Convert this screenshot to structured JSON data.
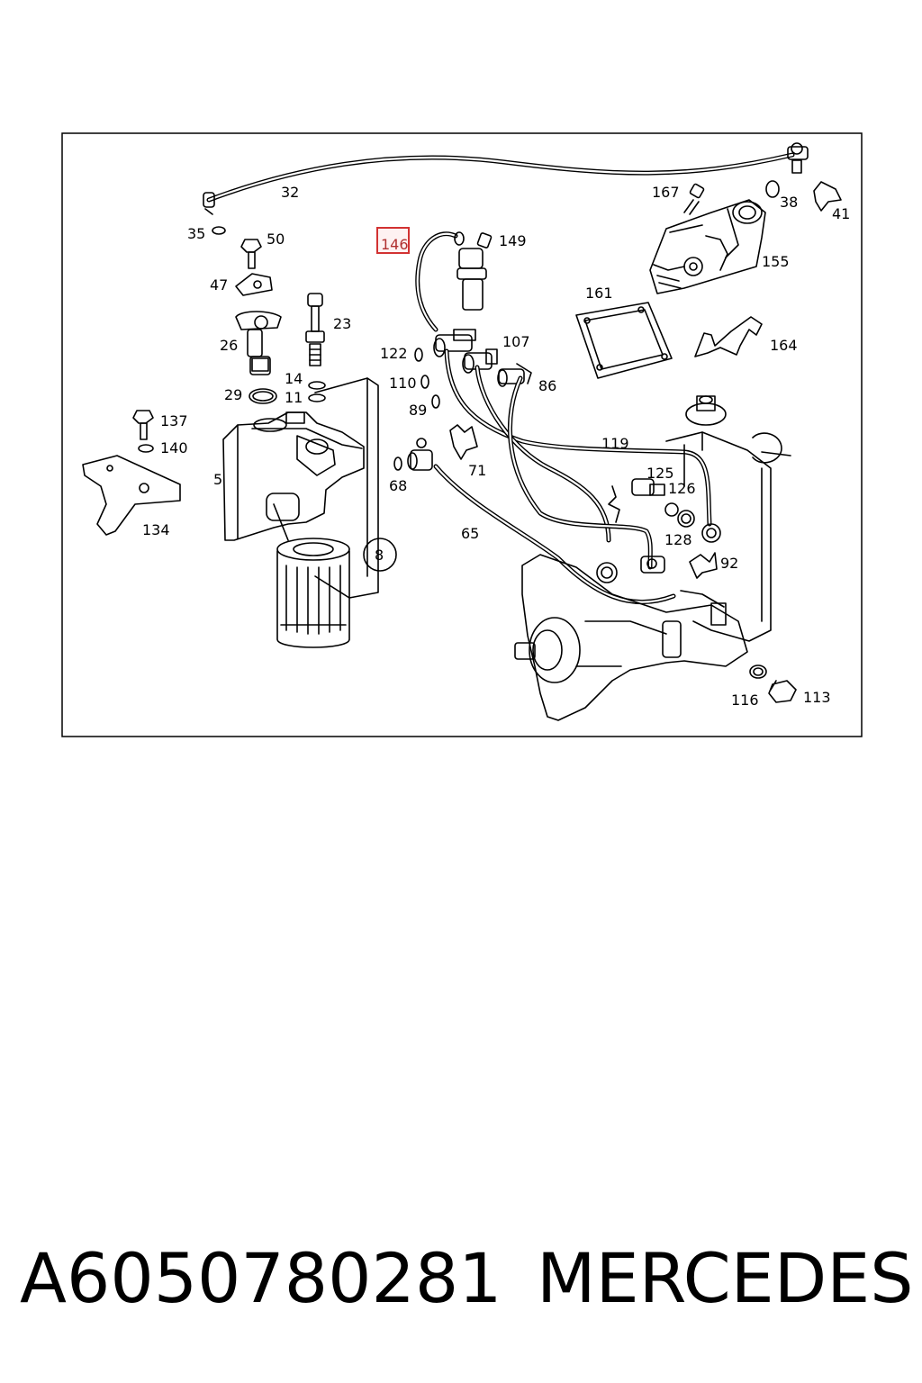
{
  "diagram": {
    "callouts": {
      "c32": "32",
      "c35": "35",
      "c50": "50",
      "c47": "47",
      "c23": "23",
      "c26": "26",
      "c14": "14",
      "c11": "11",
      "c29": "29",
      "c137": "137",
      "c140": "140",
      "c5": "5",
      "c134": "134",
      "c8": "8",
      "c146": "146",
      "c149": "149",
      "c122": "122",
      "c107": "107",
      "c110": "110",
      "c86": "86",
      "c89": "89",
      "c68": "68",
      "c71": "71",
      "c65": "65",
      "c119": "119",
      "c125": "125",
      "c126": "126",
      "c128": "128",
      "c92": "92",
      "c116": "116",
      "c113": "113",
      "c167": "167",
      "c38": "38",
      "c41": "41",
      "c155": "155",
      "c161": "161",
      "c164": "164"
    },
    "highlighted_callout": "146"
  },
  "caption": {
    "part_number": "A6050780281",
    "brand": "MERCEDES"
  }
}
